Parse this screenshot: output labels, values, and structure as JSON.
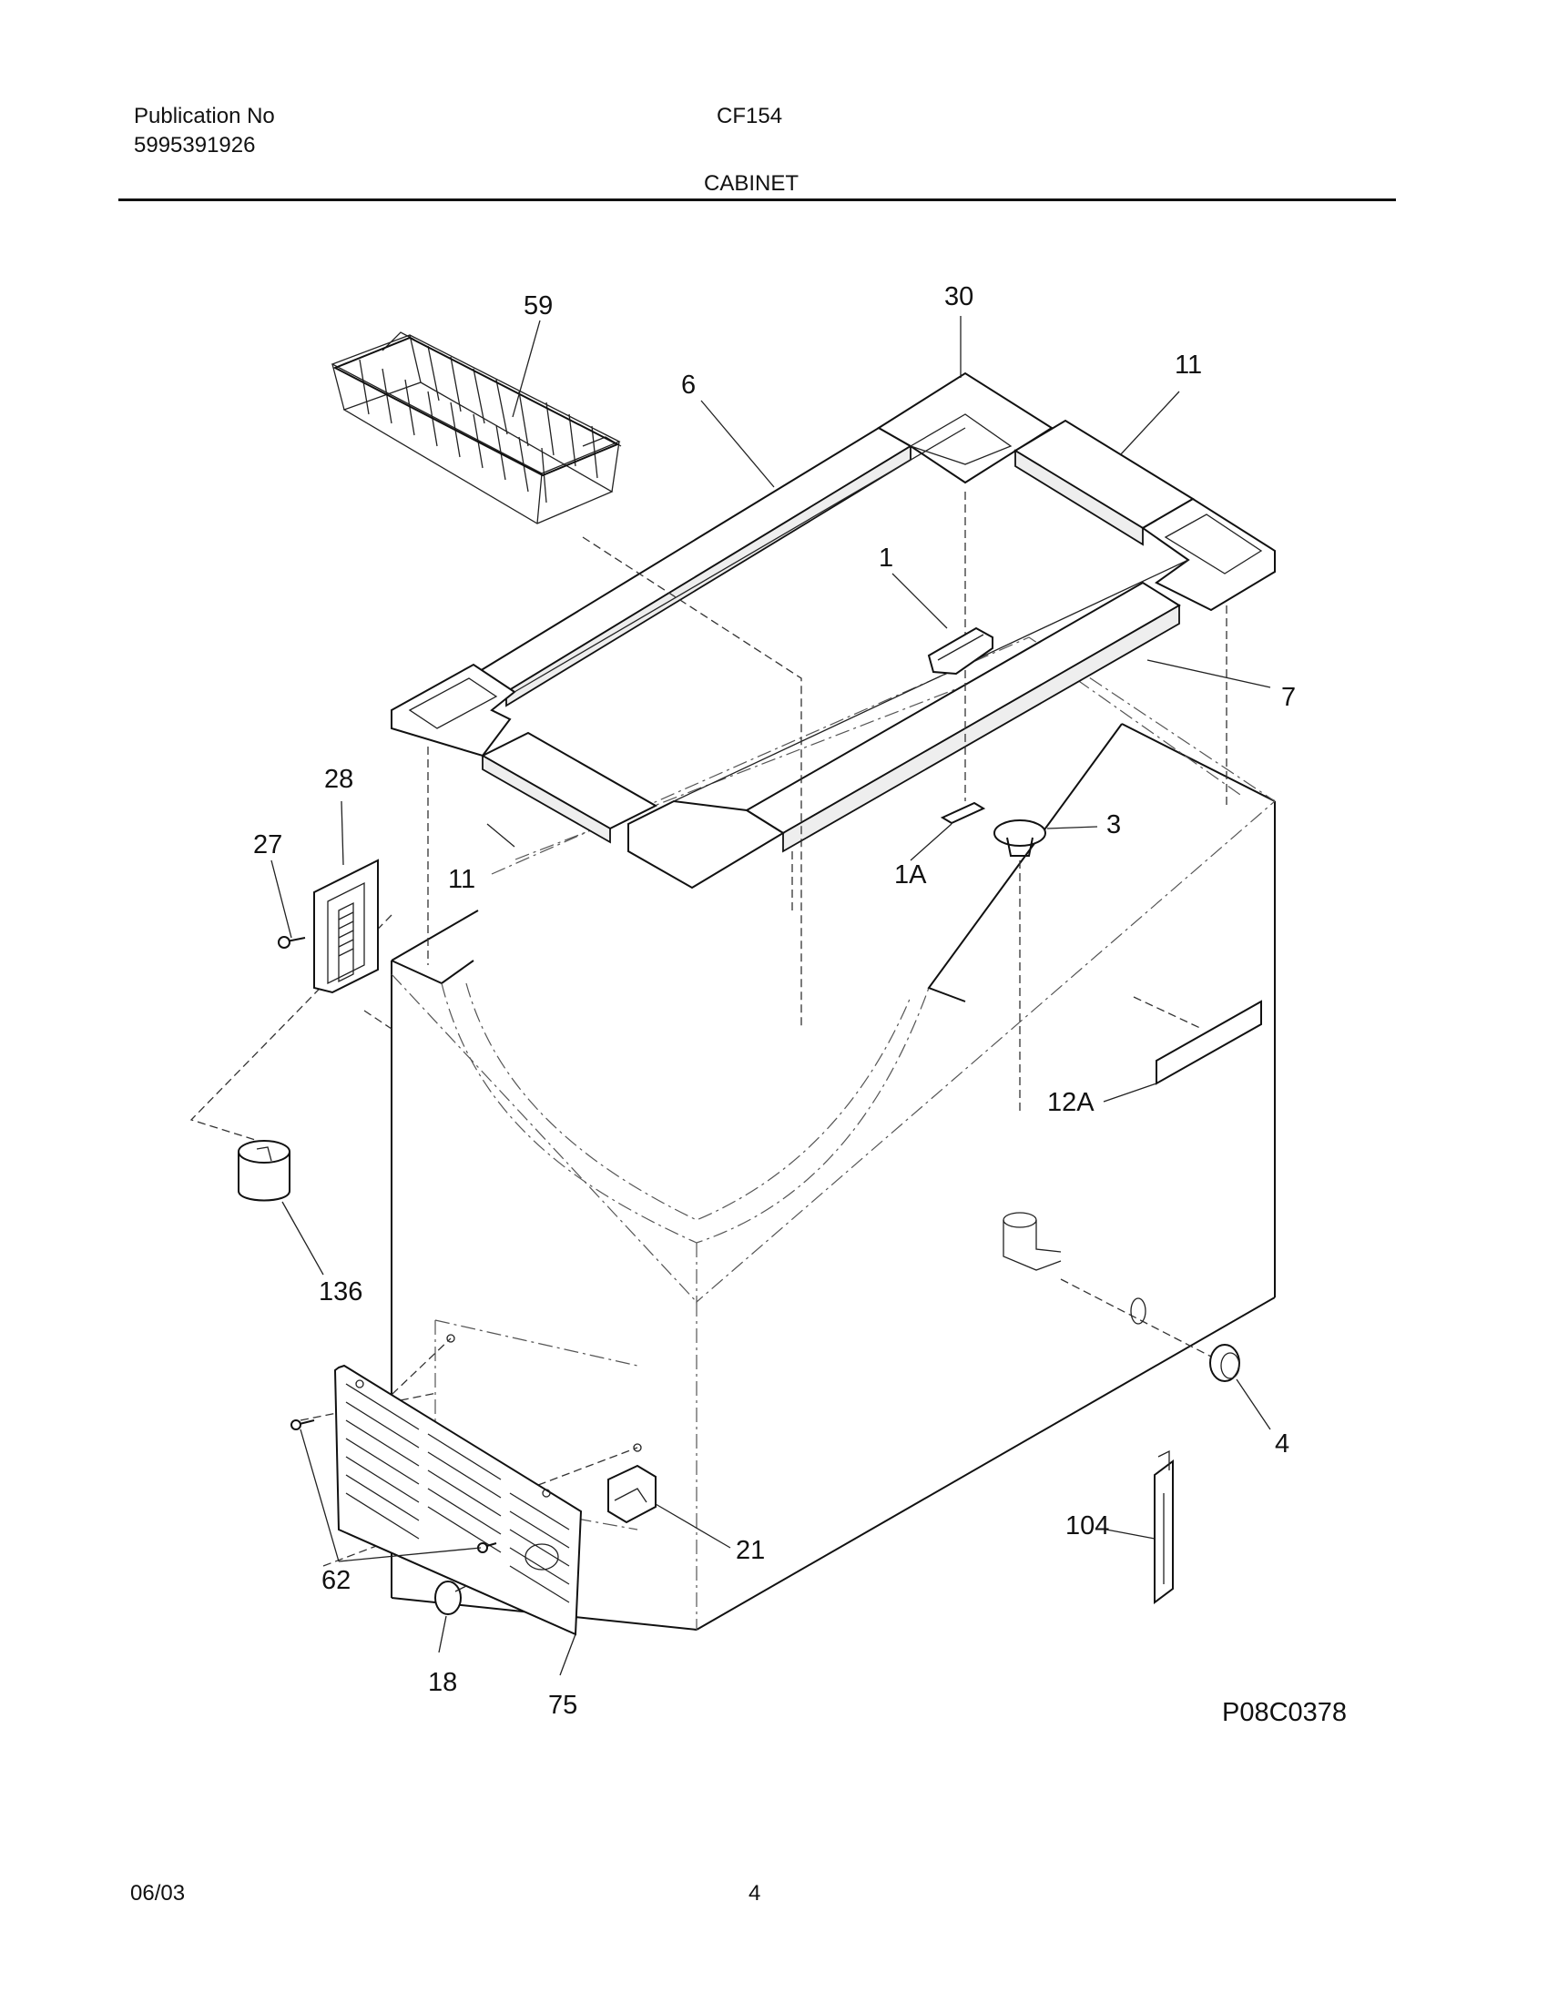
{
  "header": {
    "publication_label": "Publication No",
    "publication_number": "5995391926",
    "model": "CF154",
    "section": "CABINET"
  },
  "footer": {
    "date": "06/03",
    "page": "4"
  },
  "drawing_code": "P08C0378",
  "callouts": {
    "c59": "59",
    "c30": "30",
    "c6": "6",
    "c11_top": "11",
    "c1": "1",
    "c7": "7",
    "c28": "28",
    "c27": "27",
    "c3": "3",
    "c11_bottom": "11",
    "c1A": "1A",
    "c12A": "12A",
    "c136": "136",
    "c4": "4",
    "c104": "104",
    "c21": "21",
    "c62": "62",
    "c18": "18",
    "c75": "75"
  }
}
